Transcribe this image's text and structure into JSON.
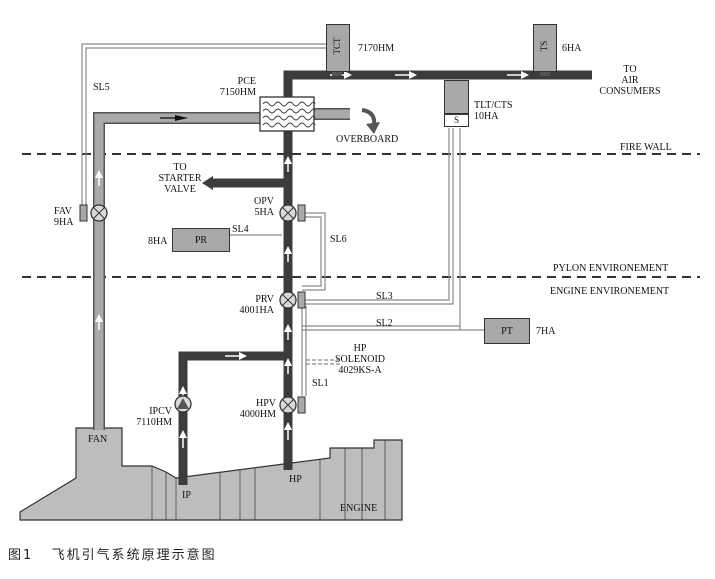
{
  "diagram": {
    "labels": {
      "tct_id": "7170HM",
      "ts_id": "6HA",
      "to_air": "TO\nAIR\nCONSUMERS",
      "sl5": "SL5",
      "pce": "PCE\n7150HM",
      "tlt_cts": "TLT/CTS\n10HA",
      "overboard": "OVERBOARD",
      "fire_wall": "FIRE WALL",
      "to_starter": "TO\nSTARTER\nVALVE",
      "fav": "FAV\n9HA",
      "opv": "OPV\n5HA",
      "pr_id": "8HA",
      "sl4": "SL4",
      "sl6": "SL6",
      "pylon_env": "PYLON ENVIRONEMENT",
      "engine_env": "ENGINE ENVIRONEMENT",
      "prv": "PRV\n4001HA",
      "sl3": "SL3",
      "sl2": "SL2",
      "pt_id": "7HA",
      "hp_solenoid": "HP\nSOLENOID\n4029KS-A",
      "sl1": "SL1",
      "ipcv": "IPCV\n7110HM",
      "hpv": "HPV\n4000HM",
      "fan": "FAN",
      "ip": "IP",
      "hp": "HP",
      "engine": "ENGINE"
    },
    "boxes": {
      "tct": "TCT",
      "ts": "TS",
      "s": "S",
      "pr": "PR",
      "pt": "PT"
    },
    "caption": "图1   飞机引气系统原理示意图"
  }
}
